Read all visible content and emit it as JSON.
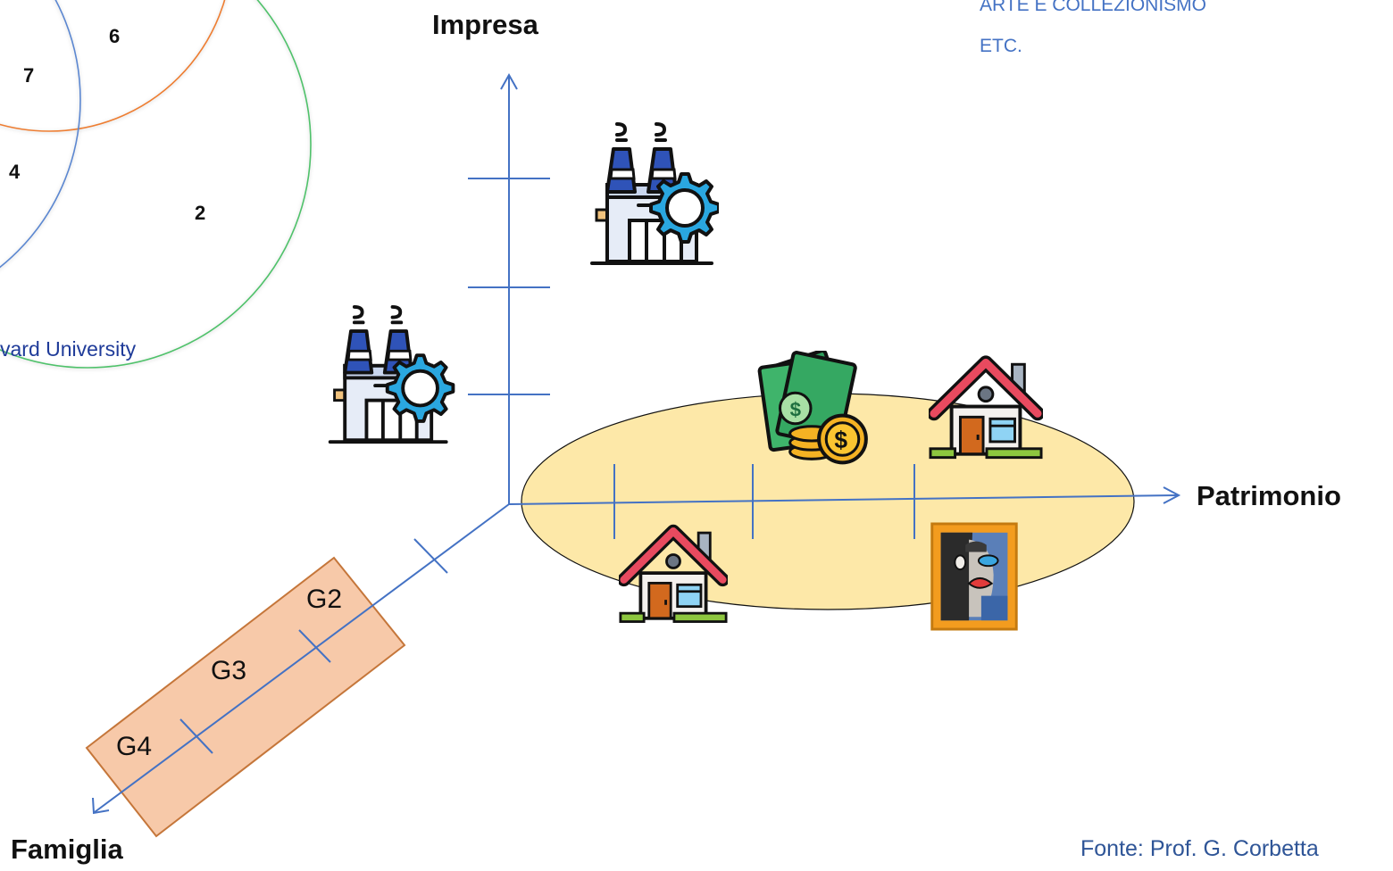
{
  "diagram": {
    "axes": {
      "impresa": "Impresa",
      "patrimonio": "Patrimonio",
      "famiglia": "Famiglia"
    },
    "venn_numbers": [
      "6",
      "7",
      "4",
      "2"
    ],
    "venn_caption": "vard University",
    "generations": [
      "G2",
      "G3",
      "G4"
    ],
    "asset_list": [
      "ARTE E COLLEZIONISMO",
      "ETC."
    ],
    "source": "Fonte: Prof. G. Corbetta",
    "icons": [
      "factory-icon",
      "factory-icon",
      "money-icon",
      "house-icon",
      "house-icon",
      "painting-icon"
    ],
    "colors": {
      "axis": "#4472c4",
      "venn_orange": "#ed7d31",
      "venn_blue": "#5b87d0",
      "venn_green": "#4fc16b",
      "patrimonio_ellipse": "#fde8a8",
      "famiglia_band": "#f7c9a9",
      "text_blue": "#4472c4"
    }
  }
}
